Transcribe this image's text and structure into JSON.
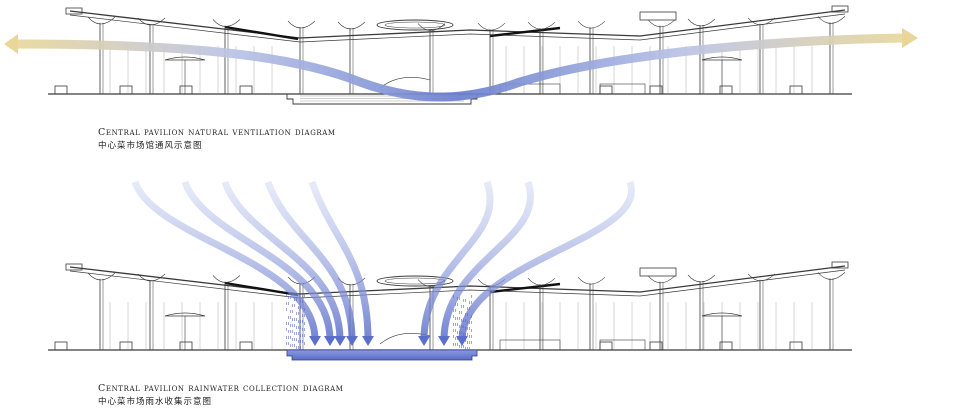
{
  "diagrams": [
    {
      "title_en": "Central pavilion natural ventilation diagram",
      "title_zh": "中心菜市场馆通风示意图"
    },
    {
      "title_en": "Central pavilion rainwater collection diagram",
      "title_zh": "中心菜市场雨水收集示意图"
    }
  ],
  "colors": {
    "line": "#3a3a3a",
    "airflow_warm": "#e9d79a",
    "airflow_cool": "#6a7fce",
    "rain_light": "#c6cff0",
    "rain_dark": "#5b6ec9",
    "basin": "#6f82d4"
  }
}
